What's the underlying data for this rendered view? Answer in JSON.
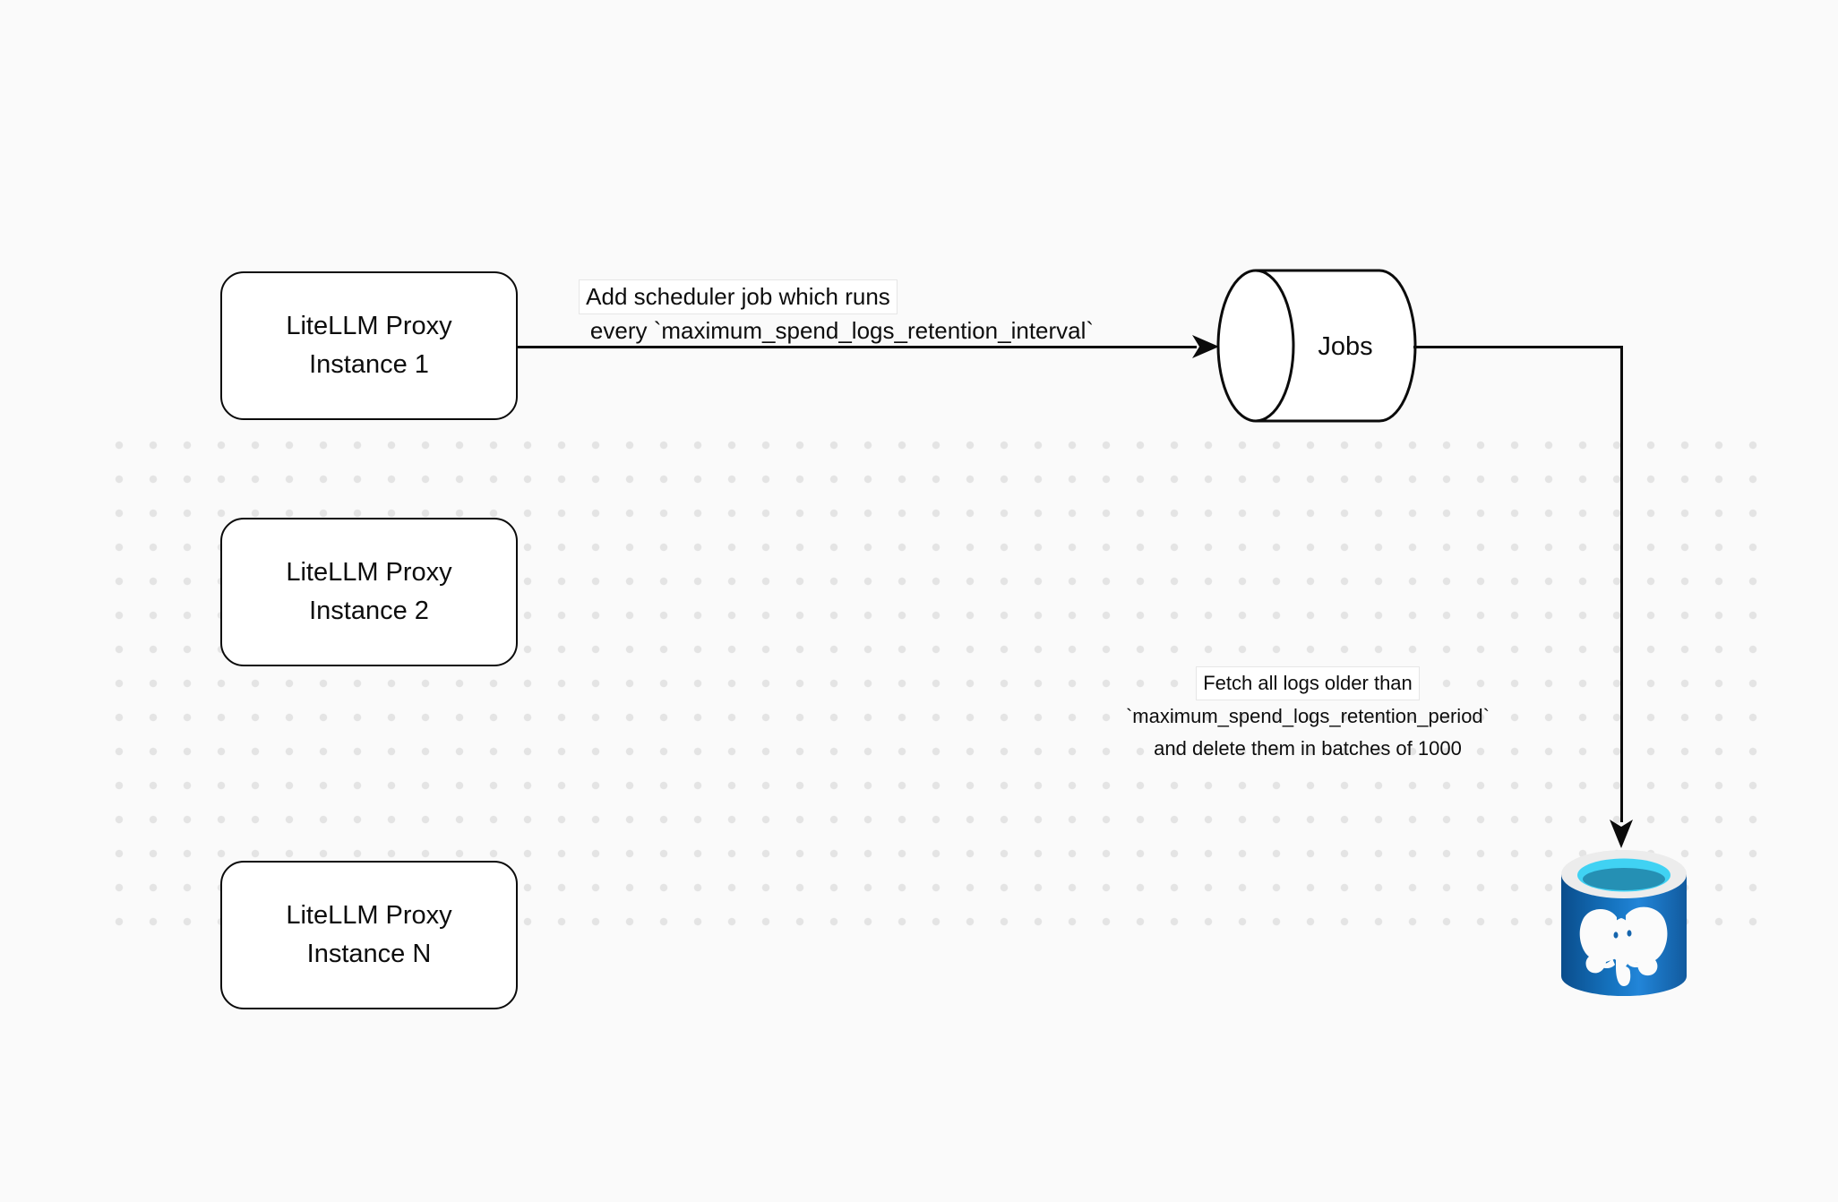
{
  "canvas": {
    "background": "#fafafa",
    "dot_color": "#e4e4e4",
    "stroke_color": "#0b0b0b"
  },
  "nodes": {
    "instance1": {
      "title_line1": "LiteLLM Proxy",
      "title_line2": "Instance 1"
    },
    "instance2": {
      "title_line1": "LiteLLM Proxy",
      "title_line2": "Instance 2"
    },
    "instanceN": {
      "title_line1": "LiteLLM Proxy",
      "title_line2": "Instance N"
    },
    "jobs": {
      "label": "Jobs"
    },
    "database": {
      "icon": "postgresql-elephant-database-icon"
    }
  },
  "edges": {
    "scheduler": {
      "label_line1": "Add scheduler job which runs",
      "label_line2": "every `maximum_spend_logs_retention_interval`"
    },
    "cleanup": {
      "label_line1": "Fetch all logs older than",
      "label_line2": "`maximum_spend_logs_retention_period`",
      "label_line3": "and delete them in batches of 1000"
    }
  },
  "icons": {
    "arrowhead": "black-filled-arrowhead",
    "jobs_shape": "horizontal-cylinder",
    "database": "postgresql-elephant-database"
  },
  "colors": {
    "postgres_body_dark": "#0a4d8c",
    "postgres_body_bright": "#2285d8",
    "postgres_rim": "#ececec",
    "postgres_opening_cyan": "#40d2f3",
    "postgres_liquid_teal": "#2590b4",
    "elephant_white": "#fbfbfb",
    "elephant_eye_blue": "#1565ad"
  }
}
